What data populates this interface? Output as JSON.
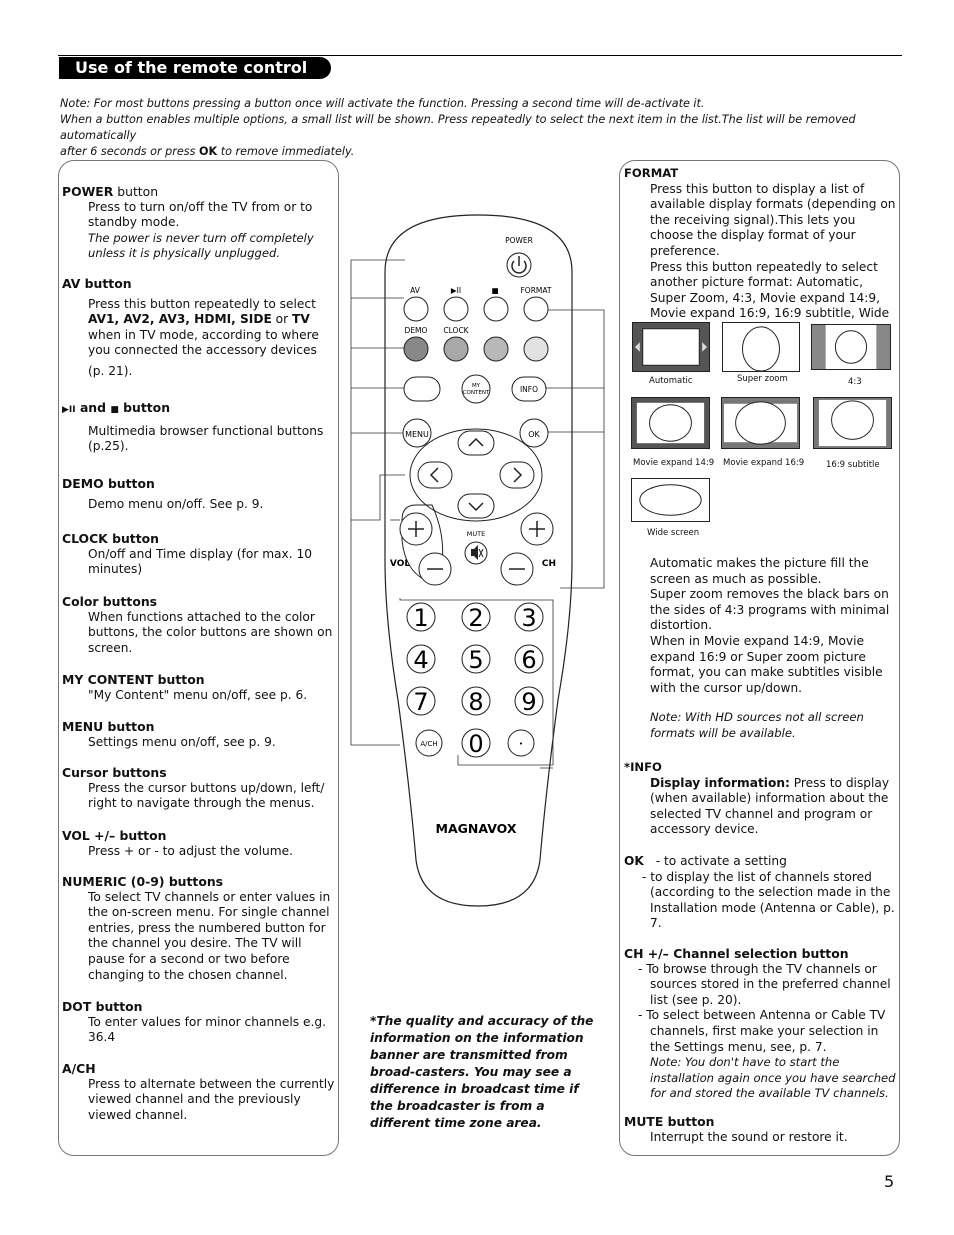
{
  "header": {
    "title": "Use of the remote control"
  },
  "note": {
    "line1": "Note: For most buttons pressing a button once will activate the function. Pressing a second time will de-activate it.",
    "line2": "When a button enables multiple options, a small list will be shown. Press repeatedly to select the next item in the list.The list will be removed automatically",
    "line3a": "after 6 seconds or press",
    "line3_ok": "OK",
    "line3b": "to remove immediately."
  },
  "left": {
    "power": {
      "h1": "POWER",
      "h2": " button",
      "b1": "Press to turn on/off the TV from or to standby mode.",
      "b2": "The power is never turn off completely unless it is physically unplugged."
    },
    "av": {
      "h1": "AV",
      "h2": " button",
      "b1": "Press this button repeatedly to select",
      "b2": "AV1, AV2, AV3, HDMI, SIDE",
      "b3": " or ",
      "b4": "TV",
      "b5": "when in TV mode, according to where you connected the accessory devices",
      "b6": "(p. 21)."
    },
    "playstop": {
      "h1": "▶II",
      "h2": " and ",
      "h3": "■",
      "h4": " button",
      "b1": "Multimedia browser functional buttons (p.25)."
    },
    "demo": {
      "h1": "DEMO",
      "h2": " button",
      "b1": "Demo menu on/off.  See p. 9."
    },
    "clock": {
      "h1": "CLOCK",
      "h2": " button",
      "b1": "On/off and Time display (for max. 10 minutes)"
    },
    "color": {
      "h1": "Color",
      "h2": " buttons",
      "b1": "When functions attached to the color buttons, the color buttons are shown on screen."
    },
    "mycontent": {
      "h1": "MY CONTENT",
      "h2": " button",
      "b1": "\"My Content\" menu on/off, see p. 6."
    },
    "menu": {
      "h1": "MENU",
      "h2": " button",
      "b1": "Settings menu on/off, see p. 9."
    },
    "cursor": {
      "h1": "Cursor",
      "h2": " buttons",
      "b1": "Press the cursor buttons up/down, left/ right to navigate through the menus."
    },
    "vol": {
      "h1": "VOL +/–",
      "h2": "  button",
      "b1": "Press + or - to adjust the volume."
    },
    "numeric": {
      "h1": "NUMERIC (0-9)",
      "h2": " buttons",
      "b1": "To select TV channels or enter values in the on-screen menu.  For single channel entries, press the numbered button for the channel you desire.  The TV will pause for a second or two before changing to the chosen channel."
    },
    "dot": {
      "h1": "DOT",
      "h2": " button",
      "b1": "To enter values for minor channels e.g. 36.4"
    },
    "ach": {
      "h1": "A/CH",
      "h2": "",
      "b1": "Press to alternate between the currently viewed channel and the previously viewed channel."
    }
  },
  "remote": {
    "power": "POWER",
    "av": "AV",
    "play": "▶II",
    "stop": "■",
    "format": "FORMAT",
    "demo": "DEMO",
    "clock": "CLOCK",
    "my1": "MY",
    "my2": "CONTENT",
    "info": "INFO",
    "menu": "MENU",
    "ok": "OK",
    "mute": "MUTE",
    "vol": "VOL",
    "ch": "CH",
    "digits": [
      "1",
      "2",
      "3",
      "4",
      "5",
      "6",
      "7",
      "8",
      "9"
    ],
    "zero": "0",
    "dot": "•",
    "ach": "A/CH",
    "brand": "MAGNAVOX"
  },
  "footnote": "*The quality and accuracy of the information on the information banner are transmitted from broad-casters.  You may see a difference in broadcast time if the broadcaster is from a different time zone area.",
  "right": {
    "format": {
      "h": "FORMAT",
      "b1": "Press this button to display a list of available display formats (depending on the receiving signal).This lets you choose the display format of your preference.",
      "b2": "Press this button repeatedly to select another picture format: Automatic, Super Zoom, 4:3, Movie expand 14:9, Movie expand 16:9, 16:9 subtitle, Wide screen."
    },
    "formats": [
      "Automatic",
      "Super zoom",
      "4:3",
      "Movie expand 14:9",
      "Movie expand 16:9",
      "16:9 subtitle",
      "Wide screen"
    ],
    "desc": {
      "p1": "Automatic makes the picture fill the screen as much as possible.",
      "p2": "Super zoom removes the black bars on the sides of 4:3 programs with minimal distortion.",
      "p3": "When in Movie expand 14:9, Movie expand 16:9 or Super zoom picture format, you can make subtitles visible with the cursor up/down.",
      "note": "Note: With HD sources not all screen formats will be available."
    },
    "info": {
      "h": "*INFO",
      "b1": "Display information:",
      "b2": " Press to display (when available) information about the selected TV channel and program or accessory device."
    },
    "ok": {
      "h": "OK",
      "l1": "- to activate a setting",
      "l2": "- to display the list of channels stored (according to the selection made in the Installation mode (Antenna or Cable), p. 7."
    },
    "ch": {
      "h": "CH +/–  Channel selection button",
      "l1": "To browse through the TV channels or sources stored in the preferred channel list (see p. 20).",
      "l2": "To select between Antenna or Cable TV channels, first make your selection in the Settings menu, see, p. 7.",
      "note": "Note: You don't have to start the installation again once you have searched for and stored the available TV channels."
    },
    "mute": {
      "h1": "MUTE",
      "h2": " button",
      "b1": "Interrupt the sound or restore it."
    }
  },
  "page_number": "5"
}
